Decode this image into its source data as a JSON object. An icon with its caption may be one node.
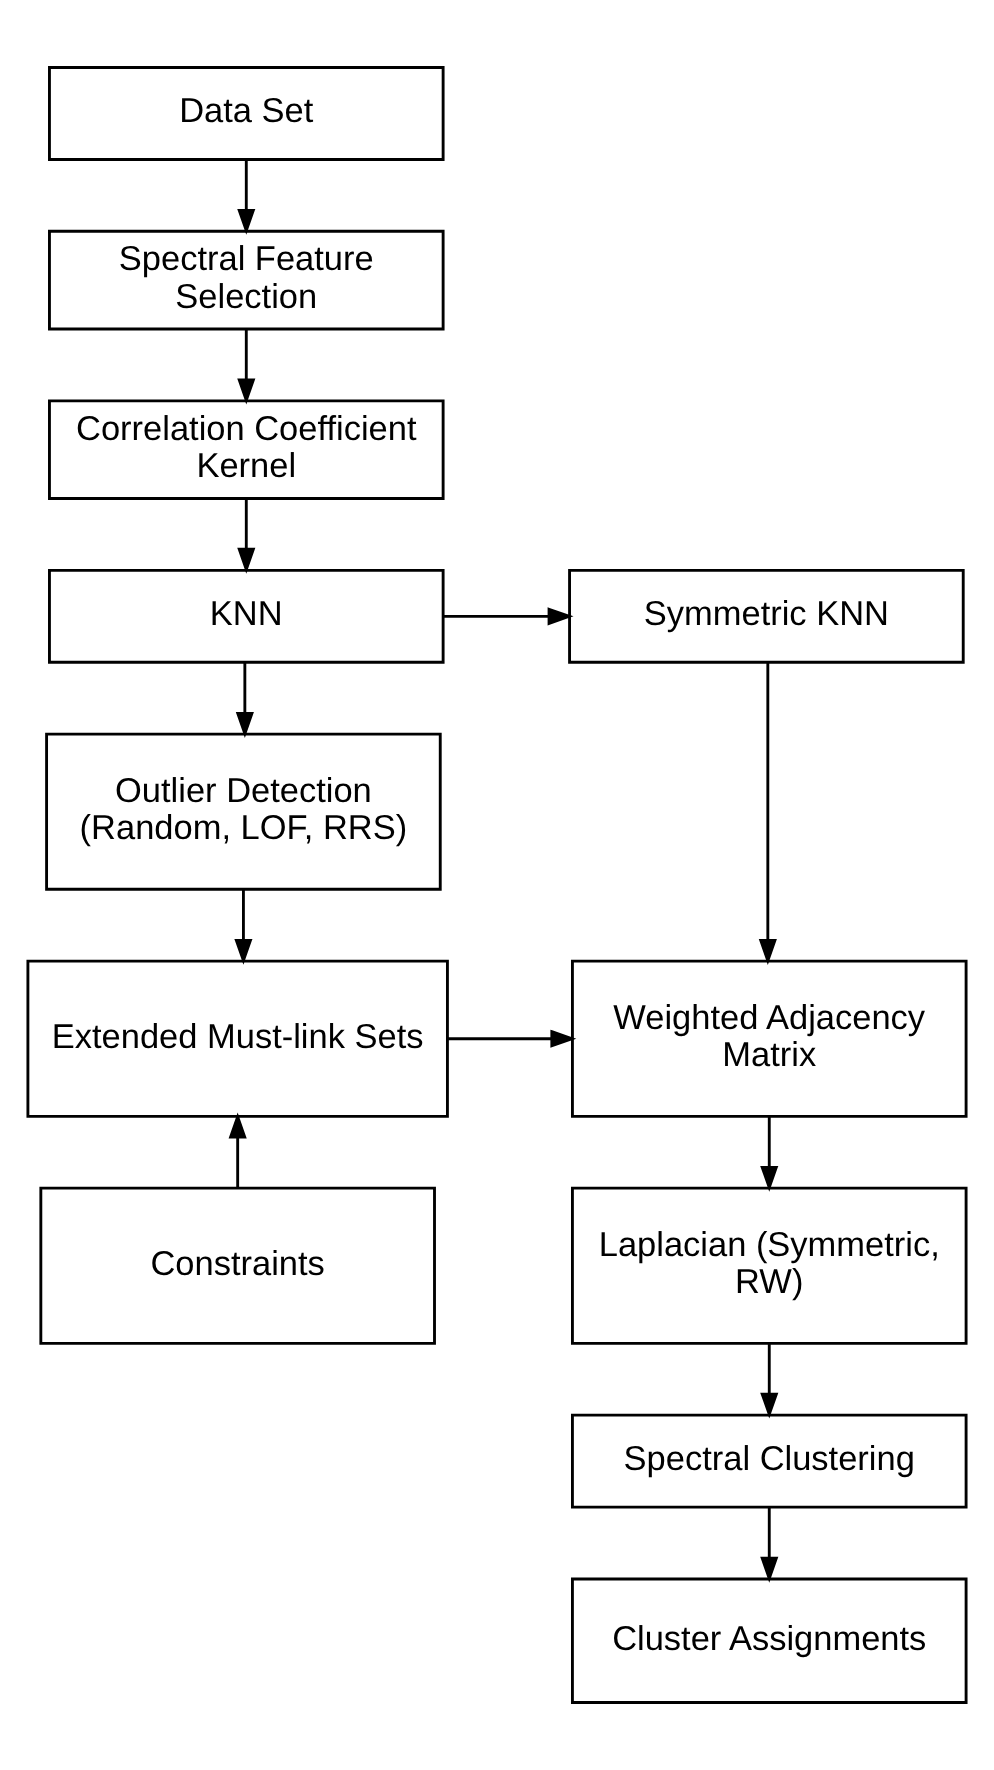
{
  "diagram": {
    "nodes": [
      {
        "text": [
          "Data Set"
        ]
      },
      {
        "text": [
          "Spectral Feature Selection"
        ]
      },
      {
        "text": [
          "Correlation Coefficient Kernel"
        ]
      },
      {
        "text": [
          "KNN"
        ]
      },
      {
        "text": [
          "Symmetric KNN"
        ]
      },
      {
        "text": [
          "Outlier Detection (Random, LOF, RRS)"
        ]
      },
      {
        "text": [
          "Extended Must-link Sets"
        ]
      },
      {
        "text": [
          "Weighted Adjacency Matrix"
        ]
      },
      {
        "text": [
          "Constraints"
        ]
      },
      {
        "text": [
          "Laplacian (Symmetric, RW)"
        ]
      },
      {
        "text": [
          "Spectral Clustering"
        ]
      },
      {
        "text": [
          "Cluster Assignments"
        ]
      }
    ],
    "edges": [
      {
        "from": 0,
        "to": 1,
        "arrow": "to"
      },
      {
        "from": 1,
        "to": 2,
        "arrow": "to"
      },
      {
        "from": 2,
        "to": 3,
        "arrow": "to"
      },
      {
        "from": 3,
        "to": 4,
        "arrow": "to"
      },
      {
        "from": 3,
        "to": 5,
        "arrow": "to"
      },
      {
        "from": 4,
        "to": 7,
        "arrow": "to"
      },
      {
        "from": 5,
        "to": 6,
        "arrow": "to"
      },
      {
        "from": 6,
        "to": 7,
        "arrow": "to"
      },
      {
        "from": 8,
        "to": 6,
        "arrow": "to"
      },
      {
        "from": 7,
        "to": 9,
        "arrow": "to"
      },
      {
        "from": 9,
        "to": 10,
        "arrow": "to"
      },
      {
        "from": 10,
        "to": 11,
        "arrow": "to"
      }
    ]
  }
}
